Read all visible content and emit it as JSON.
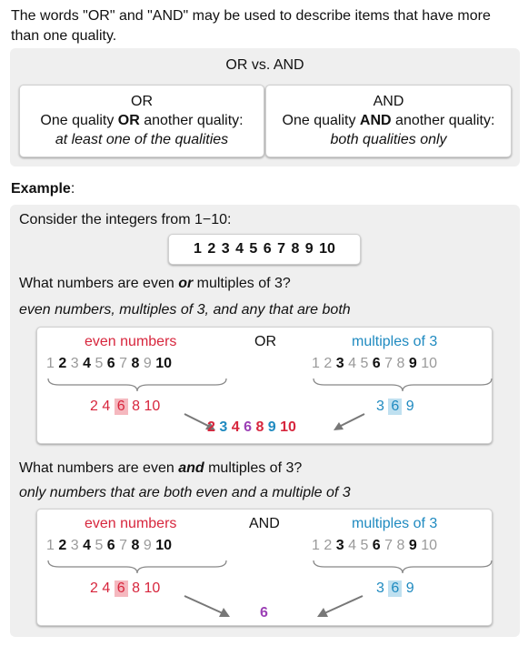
{
  "intro": "The words \"OR\" and \"AND\" may be used to describe items that have more than one quality.",
  "compare": {
    "title": "OR vs. AND",
    "or": {
      "heading": "OR",
      "line_pre": "One quality ",
      "line_strong": "OR",
      "line_post": " another quality:",
      "line2": "at least one of the qualities"
    },
    "and": {
      "heading": "AND",
      "line_pre": "One quality ",
      "line_strong": "AND",
      "line_post": " another quality:",
      "line2": "both qualities only"
    }
  },
  "example": {
    "label": "Example",
    "colon": ":",
    "consider": "Consider the integers from 1−10:",
    "integers": "1 2 3 4 5 6 7 8 9 10"
  },
  "q_or": {
    "q_pre": "What numbers are even ",
    "q_strong": "or",
    "q_post": " multiples of 3?",
    "hint": "even numbers, multiples of 3, and any that are both",
    "left_label": "even numbers",
    "connector": "OR",
    "right_label": "multiples of 3",
    "left_row": [
      "1",
      "2",
      "3",
      "4",
      "5",
      "6",
      "7",
      "8",
      "9",
      "10"
    ],
    "right_row": [
      "1",
      "2",
      "3",
      "4",
      "5",
      "6",
      "7",
      "8",
      "9",
      "10"
    ],
    "evens": [
      "2",
      "4",
      "6",
      "8",
      "10"
    ],
    "threes": [
      "3",
      "6",
      "9"
    ],
    "result": [
      "2",
      "3",
      "4",
      "6",
      "8",
      "9",
      "10"
    ]
  },
  "q_and": {
    "q_pre": "What numbers are even ",
    "q_strong": "and",
    "q_post": " multiples of 3?",
    "hint": "only numbers that are both even and a multiple of 3",
    "left_label": "even numbers",
    "connector": "AND",
    "right_label": "multiples of 3",
    "left_row": [
      "1",
      "2",
      "3",
      "4",
      "5",
      "6",
      "7",
      "8",
      "9",
      "10"
    ],
    "right_row": [
      "1",
      "2",
      "3",
      "4",
      "5",
      "6",
      "7",
      "8",
      "9",
      "10"
    ],
    "evens": [
      "2",
      "4",
      "6",
      "8",
      "10"
    ],
    "threes": [
      "3",
      "6",
      "9"
    ],
    "result": [
      "6"
    ]
  },
  "colors": {
    "red": "#d7263d",
    "blue": "#1f8ac0",
    "purple": "#9b3fb5",
    "panel": "#efefef"
  }
}
